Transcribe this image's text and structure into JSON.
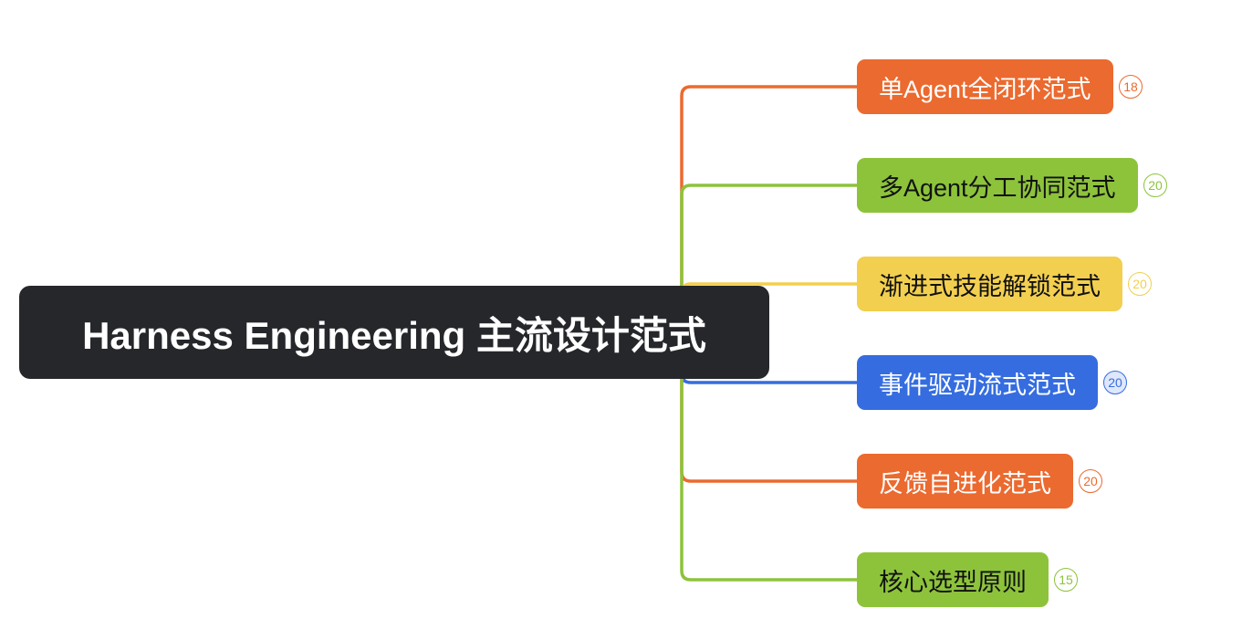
{
  "root": {
    "title": "Harness Engineering 主流设计范式",
    "color": "#25272b"
  },
  "branches": [
    {
      "label": "单Agent全闭环范式",
      "count": "18",
      "color": "#eb6a2f",
      "text_color": "#ffffff",
      "badge_bg": "#ffffff"
    },
    {
      "label": "多Agent分工协同范式",
      "count": "20",
      "color": "#8dc33b",
      "text_color": "#111111",
      "badge_bg": "#ffffff"
    },
    {
      "label": "渐进式技能解锁范式",
      "count": "20",
      "color": "#f2cf4f",
      "text_color": "#111111",
      "badge_bg": "#ffffff"
    },
    {
      "label": "事件驱动流式范式",
      "count": "20",
      "color": "#356de0",
      "text_color": "#ffffff",
      "badge_bg": "#dfe7fb"
    },
    {
      "label": "反馈自进化范式",
      "count": "20",
      "color": "#eb6a2f",
      "text_color": "#ffffff",
      "badge_bg": "#ffffff"
    },
    {
      "label": "核心选型原则",
      "count": "15",
      "color": "#8dc33b",
      "text_color": "#111111",
      "badge_bg": "#ffffff"
    }
  ]
}
